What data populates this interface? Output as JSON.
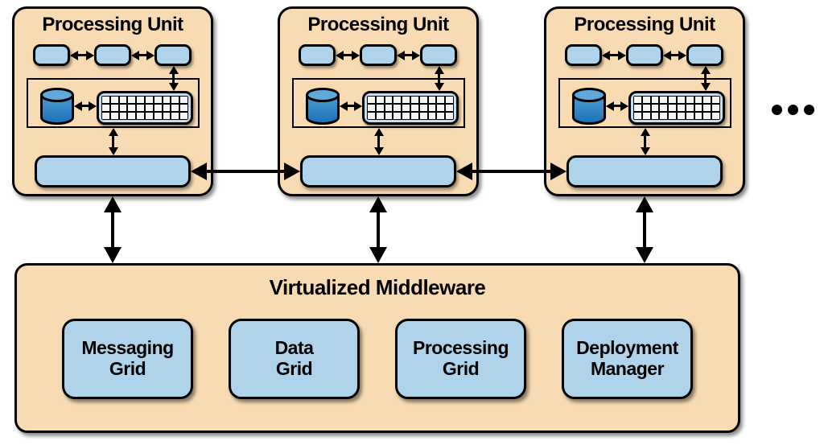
{
  "units": [
    {
      "title": "Processing Unit"
    },
    {
      "title": "Processing Unit"
    },
    {
      "title": "Processing Unit"
    }
  ],
  "ellipsis": {
    "symbol": "...",
    "meaning": "more processing units"
  },
  "middleware": {
    "title": "Virtualized Middleware",
    "components": [
      {
        "line1": "Messaging",
        "line2": "Grid"
      },
      {
        "line1": "Data",
        "line2": "Grid"
      },
      {
        "line1": "Processing",
        "line2": "Grid"
      },
      {
        "line1": "Deployment",
        "line2": "Manager"
      }
    ]
  },
  "colors": {
    "panel_tan": "#F8DBB2",
    "box_blue": "#AFD3EB",
    "grid_icon_blue": "#C4DDEF",
    "cylinder_light": "#5FA8DB",
    "cylinder_dark": "#1B70B6",
    "outline": "#000000",
    "background": "#FFFFFF"
  }
}
